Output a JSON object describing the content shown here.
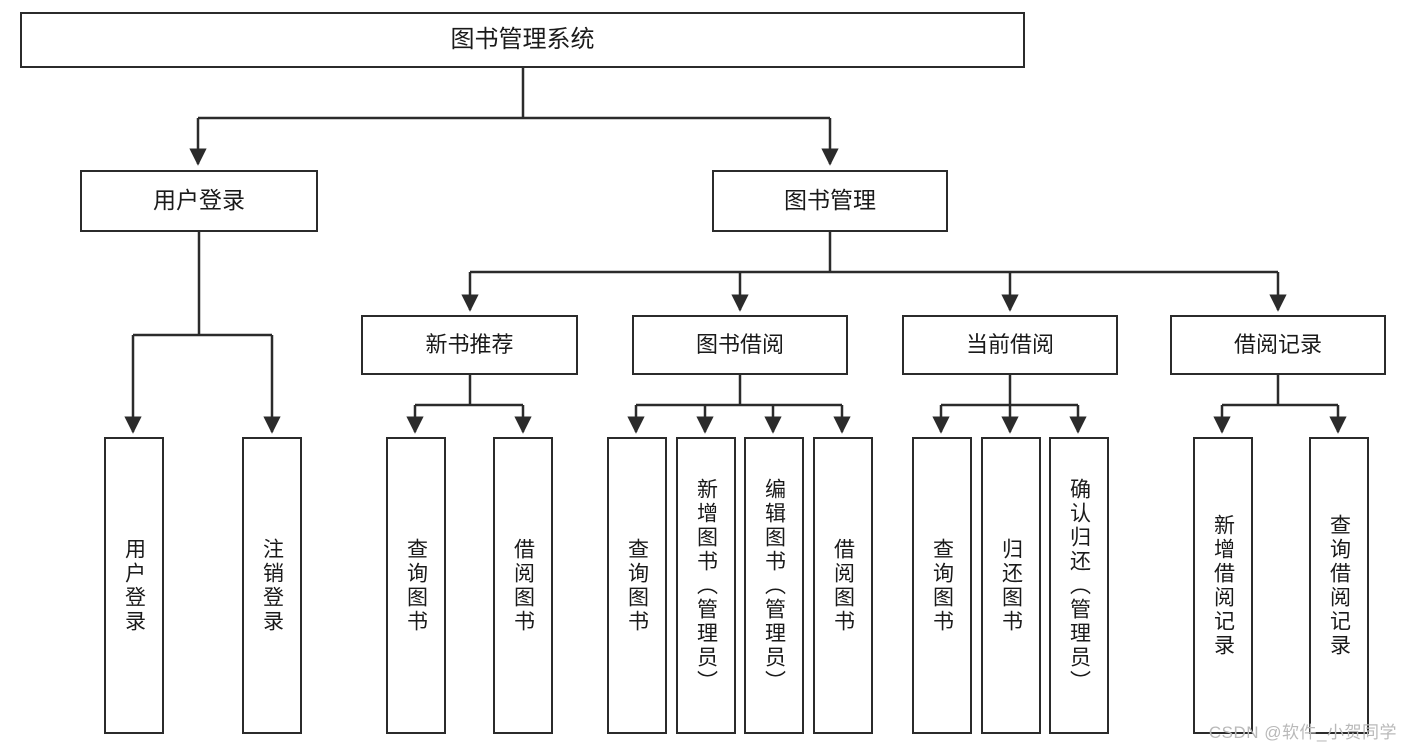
{
  "diagram": {
    "type": "tree-hierarchy",
    "title": "图书管理系统",
    "watermark": "CSDN @软件_小贺同学",
    "colors": {
      "stroke": "#2b2b2b",
      "fill": "#ffffff",
      "text": "#1a1a1a",
      "watermark": "#b9b9b9"
    },
    "nodes": {
      "root": {
        "label": "图书管理系统",
        "level": 1
      },
      "l2": [
        {
          "id": "user-login",
          "label": "用户登录",
          "level": 2
        },
        {
          "id": "book-manage",
          "label": "图书管理",
          "level": 2
        }
      ],
      "l3": [
        {
          "id": "new-book-recommend",
          "label": "新书推荐",
          "level": 3,
          "parent": "book-manage"
        },
        {
          "id": "book-borrow",
          "label": "图书借阅",
          "level": 3,
          "parent": "book-manage"
        },
        {
          "id": "current-borrow",
          "label": "当前借阅",
          "level": 3,
          "parent": "book-manage"
        },
        {
          "id": "borrow-record",
          "label": "借阅记录",
          "level": 3,
          "parent": "book-manage"
        }
      ],
      "leaves": [
        {
          "id": "leaf-user-login",
          "label": "用户登录",
          "parent": "user-login"
        },
        {
          "id": "leaf-logout",
          "label": "注销登录",
          "parent": "user-login"
        },
        {
          "id": "leaf-query-book-1",
          "label": "查询图书",
          "parent": "new-book-recommend"
        },
        {
          "id": "leaf-borrow-book-1",
          "label": "借阅图书",
          "parent": "new-book-recommend"
        },
        {
          "id": "leaf-query-book-2",
          "label": "查询图书",
          "parent": "book-borrow"
        },
        {
          "id": "leaf-add-book",
          "label": "新增图书（管理员）",
          "parent": "book-borrow"
        },
        {
          "id": "leaf-edit-book",
          "label": "编辑图书（管理员）",
          "parent": "book-borrow"
        },
        {
          "id": "leaf-borrow-book-2",
          "label": "借阅图书",
          "parent": "book-borrow"
        },
        {
          "id": "leaf-query-book-3",
          "label": "查询图书",
          "parent": "current-borrow"
        },
        {
          "id": "leaf-return-book",
          "label": "归还图书",
          "parent": "current-borrow"
        },
        {
          "id": "leaf-confirm-return",
          "label": "确认归还（管理员）",
          "parent": "current-borrow"
        },
        {
          "id": "leaf-add-record",
          "label": "新增借阅记录",
          "parent": "borrow-record"
        },
        {
          "id": "leaf-query-record",
          "label": "查询借阅记录",
          "parent": "borrow-record"
        }
      ]
    }
  }
}
